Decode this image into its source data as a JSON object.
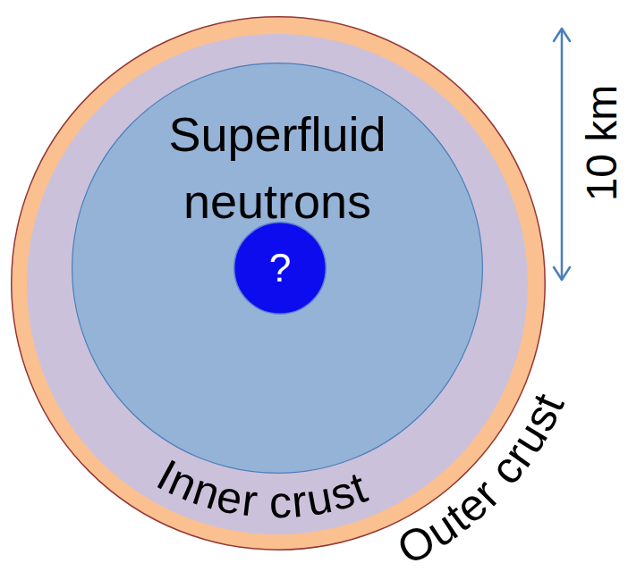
{
  "diagram": {
    "nodes": [
      {
        "text": [
          "Outer crust"
        ]
      },
      {
        "text": [
          "Inner crust"
        ],
        "in": 0
      },
      {
        "text": [
          "Superfluid neutrons"
        ],
        "in": 1
      },
      {
        "text": [
          "?"
        ],
        "in": 2
      }
    ],
    "labels": [
      "10 km"
    ]
  }
}
